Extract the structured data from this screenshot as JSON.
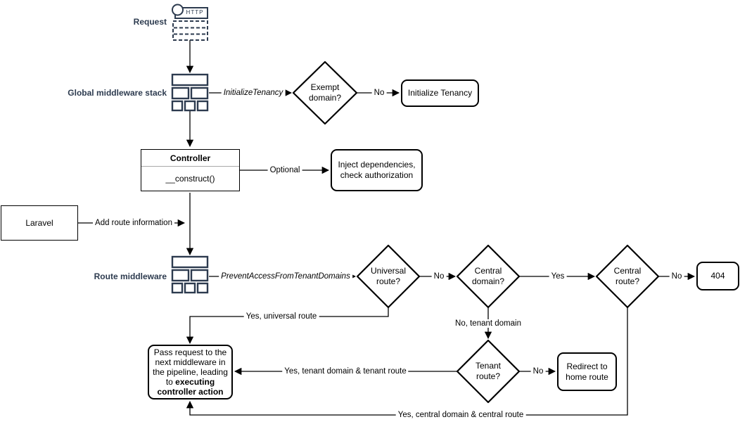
{
  "colors": {
    "icon_navy": "#2d3b4f",
    "node_stroke": "#000000",
    "background": "#ffffff"
  },
  "nodes": {
    "request": {
      "label": "Request",
      "http": "HTTP"
    },
    "global_middleware": {
      "label": "Global middleware stack"
    },
    "exempt_domain": {
      "text": "Exempt\ndomain?"
    },
    "initialize_tenancy": {
      "text": "Initialize Tenancy"
    },
    "controller": {
      "title": "Controller",
      "method": "__construct()"
    },
    "inject": {
      "text": "Inject dependencies,\ncheck authorization"
    },
    "laravel": {
      "text": "Laravel"
    },
    "route_middleware": {
      "label": "Route middleware"
    },
    "universal_route": {
      "text": "Universal\nroute?"
    },
    "central_domain": {
      "text": "Central\ndomain?"
    },
    "central_route": {
      "text": "Central\nroute?"
    },
    "not_found": {
      "text": "404"
    },
    "tenant_route": {
      "text": "Tenant\nroute?"
    },
    "redirect_home": {
      "text": "Redirect to\nhome route"
    },
    "pass_request": {
      "text_normal": "Pass request to the next middleware in the pipeline, leading to ",
      "text_bold": "executing controller action"
    }
  },
  "edges": {
    "initialize_tenancy_mw": "InitializeTenancy",
    "exempt_no": "No",
    "optional": "Optional",
    "add_route_information": "Add route information",
    "prevent_access_mw": "PreventAccessFromTenantDomains",
    "universal_no": "No",
    "central_domain_yes": "Yes",
    "central_route_no": "No",
    "yes_universal_route": "Yes, universal route",
    "no_tenant_domain": "No, tenant domain",
    "tenant_route_no": "No",
    "yes_tenant_route": "Yes, tenant domain & tenant route",
    "yes_central_route": "Yes, central domain & central route"
  }
}
